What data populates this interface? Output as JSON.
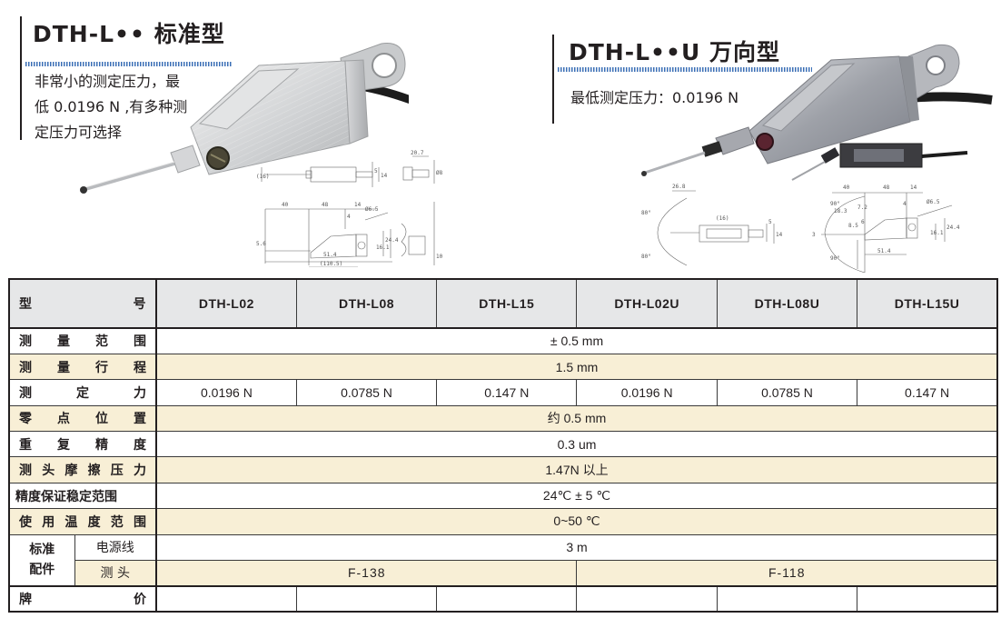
{
  "left_section": {
    "title": "DTH-L•• 标准型",
    "description_lines": [
      "非常小的测定压力，最",
      "低 0.0196 N ,有多种测",
      "定压力可选择"
    ]
  },
  "right_section": {
    "title": "DTH-L••U 万向型",
    "description": "最低测定压力：0.0196 N"
  },
  "drawings": {
    "standard": {
      "dims": [
        "20.7",
        "(16)",
        "5",
        "14",
        "40",
        "48",
        "14",
        "4",
        "Ø6.5",
        "5.6",
        "16.1",
        "24.4",
        "51.4",
        "(110.5)",
        "Ø8",
        "10.4"
      ]
    },
    "universal": {
      "dims": [
        "26.8",
        "(16)",
        "5",
        "14",
        "40",
        "48",
        "14",
        "4",
        "Ø6.5",
        "18.3",
        "7.2",
        "8.5",
        "6",
        "3",
        "16.1",
        "24.4",
        "51.4",
        "80°",
        "90°"
      ]
    }
  },
  "colors": {
    "accent_dotline": "#3b6fb6",
    "header_bg": "#e6e7e8",
    "cream_row": "#f8efd6",
    "border": "#231f20"
  },
  "table": {
    "header_label_left": "型",
    "header_label_right": "号",
    "models": [
      "DTH-L02",
      "DTH-L08",
      "DTH-L15",
      "DTH-L02U",
      "DTH-L08U",
      "DTH-L15U"
    ],
    "rows": [
      {
        "label_chars": [
          "测",
          "量",
          "范",
          "围"
        ],
        "value": "± 0.5 mm"
      },
      {
        "label_chars": [
          "测",
          "量",
          "行",
          "程"
        ],
        "value": "1.5 mm"
      },
      {
        "label_chars": [
          "测",
          "定",
          "力"
        ],
        "values": [
          "0.0196 N",
          "0.0785 N",
          "0.147 N",
          "0.0196 N",
          "0.0785 N",
          "0.147 N"
        ]
      },
      {
        "label_chars": [
          "零",
          "点",
          "位",
          "置"
        ],
        "value": "约 0.5 mm"
      },
      {
        "label_chars": [
          "重",
          "复",
          "精",
          "度"
        ],
        "value": "0.3 um"
      },
      {
        "label_chars": [
          "测",
          "头",
          "摩",
          "擦",
          "压",
          "力"
        ],
        "value": "1.47N 以上"
      },
      {
        "label": "精度保证稳定范围",
        "value": "24℃ ± 5 ℃"
      },
      {
        "label_chars": [
          "使",
          "用",
          "温",
          "度",
          "范",
          "围"
        ],
        "value": "0~50 ℃"
      }
    ],
    "accessories": {
      "group_label_line1": "标准",
      "group_label_line2": "配件",
      "power_cable": {
        "label": "电源线",
        "value": "3 m"
      },
      "probe": {
        "label": "测 头",
        "values": [
          "F-138",
          "F-118"
        ]
      }
    },
    "price": {
      "label_left": "牌",
      "label_right": "价",
      "values": [
        "",
        "",
        "",
        "",
        "",
        ""
      ]
    }
  }
}
